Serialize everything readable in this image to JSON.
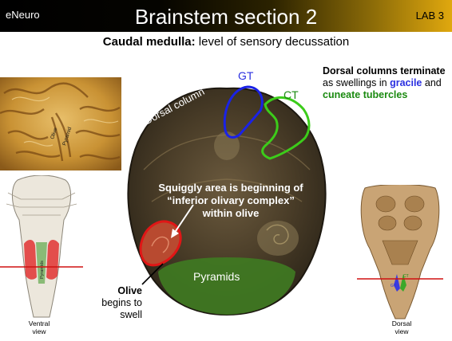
{
  "header": {
    "brand": "eNeuro",
    "title": "Brainstem section 2",
    "lab": "LAB 3"
  },
  "subtitle": {
    "bold": "Caudal medulla:",
    "rest": "level of sensory decussation"
  },
  "dorsal_note": {
    "bold": "Dorsal columns terminate",
    "part1": "as swellings in",
    "gracile": "gracile",
    "and": "and",
    "cuneate": "cuneate tubercles"
  },
  "labels": {
    "gt": "GT",
    "ct": "CT",
    "dorsal_column": "Dorsal column",
    "squiggly_line1": "Squiggly area is beginning of",
    "squiggly_line2": "“inferior olivary complex”",
    "squiggly_line3": "within olive",
    "pyramids": "Pyramids",
    "olive_bold": "Olive",
    "olive_line2": "begins to",
    "olive_line3": "swell",
    "photo_olive": "Olive",
    "photo_pyramid": "Pyramid",
    "diagram_pyramids": "Pyramids",
    "diagram_gt": "GT",
    "diagram_ct": "CT"
  },
  "views": {
    "ventral_line1": "Ventral",
    "ventral_line2": "view",
    "dorsal_line1": "Dorsal",
    "dorsal_line2": "view"
  },
  "colors": {
    "gracile_outline": "#1a22e6",
    "cuneate_outline": "#3ccc1a",
    "olive_outline": "#e01616",
    "section_line": "#d01010",
    "pyramids_fill": "#3f7a22"
  }
}
